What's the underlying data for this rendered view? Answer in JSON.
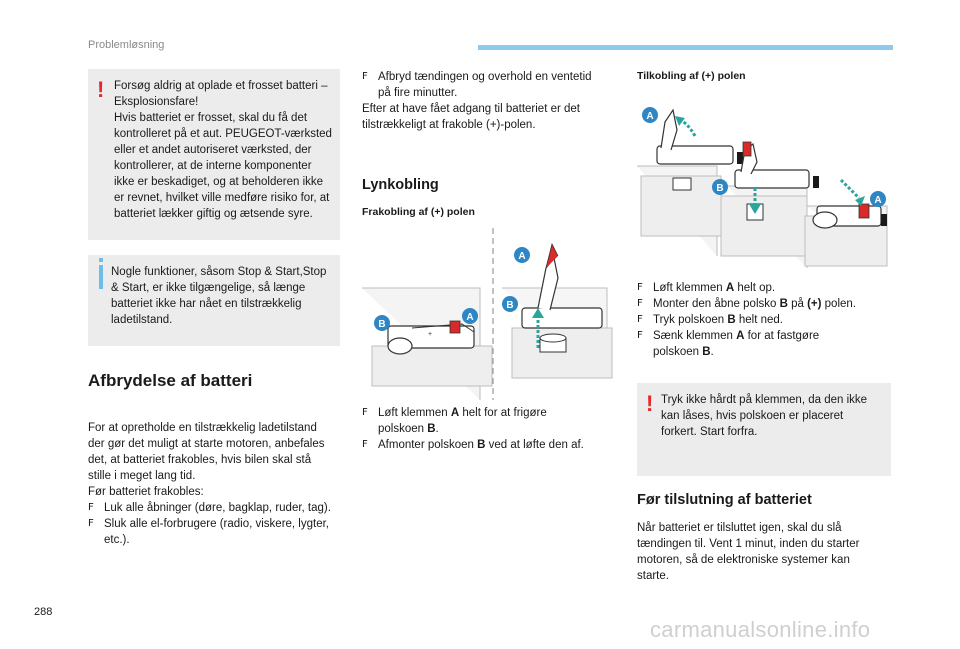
{
  "header": {
    "section": "Problemløsning"
  },
  "page_number": "288",
  "watermark": "carmanualsonline.info",
  "left": {
    "warning": [
      "Forsøg aldrig at oplade et frosset batteri –",
      "Eksplosionsfare!",
      "Hvis batteriet er frosset, skal du få det",
      "kontrolleret på et aut. PEUGEOT-værksted",
      "eller et andet autoriseret værksted, der",
      "kontrollerer, at de interne komponenter",
      "ikke er beskadiget, og at beholderen ikke",
      "er revnet, hvilket ville medføre risiko for, at",
      "batteriet lækker giftig og ætsende syre."
    ],
    "info": [
      "Nogle funktioner, såsom Stop & Start,Stop",
      "& Start, er ikke tilgængelige, så længe",
      "batteriet ikke har nået en tilstrækkelig",
      "ladetilstand."
    ],
    "section_title": "Afbrydelse af batteri",
    "paragraph": [
      "For at opretholde en tilstrækkelig ladetilstand",
      "der gør det muligt at starte motoren, anbefales",
      "det, at batteriet frakobles, hvis bilen skal stå",
      "stille i meget lang tid.",
      "Før batteriet frakobles:"
    ],
    "bullets": [
      [
        "Luk alle åbninger (døre, bagklap, ruder, tag)."
      ],
      [
        "Sluk alle el-forbrugere (radio, viskere, lygter,",
        "etc.)."
      ]
    ]
  },
  "middle": {
    "top_bullet": [
      "Afbryd tændingen og overhold en ventetid",
      "på fire minutter."
    ],
    "top_text": [
      "Efter at have fået adgang til batteriet er det",
      "tilstrækkeligt at frakoble (+)-polen."
    ],
    "section_title": "Lynkobling",
    "subheading": "Frakobling af (+) polen",
    "labels": {
      "a": "A",
      "b": "B"
    },
    "bullet1": {
      "pre": "Løft klemmen ",
      "bold": "A",
      "post": " helt for at frigøre",
      "line2_pre": "polskoen ",
      "line2_bold": "B",
      "line2_post": "."
    },
    "bullet2": {
      "pre": "Afmonter polskoen ",
      "bold": "B",
      "post": " ved at løfte den af."
    }
  },
  "right": {
    "subheading": "Tilkobling af (+) polen",
    "labels": {
      "a": "A",
      "b": "B"
    },
    "bullets": [
      {
        "pre": "Løft klemmen ",
        "bold": "A",
        "post": " helt op."
      },
      {
        "pre": "Monter den åbne polsko ",
        "bold": "B",
        "mid": " på ",
        "bold2": "(+)",
        "post": " polen."
      },
      {
        "pre": "Tryk polskoen ",
        "bold": "B",
        "post": " helt ned."
      },
      {
        "pre": "Sænk klemmen ",
        "bold": "A",
        "post": " for at fastgøre",
        "line2_pre": "polskoen ",
        "line2_bold": "B",
        "line2_post": "."
      }
    ],
    "warning": [
      "Tryk ikke hårdt på klemmen, da den ikke",
      "kan låses, hvis polskoen er placeret",
      "forkert. Start forfra."
    ],
    "section_title": "Før tilslutning af batteriet",
    "paragraph": [
      "Når batteriet er tilsluttet igen, skal du slå",
      "tændingen til. Vent 1 minut, inden du starter",
      "motoren, så de elektroniske systemer kan",
      "starte."
    ]
  },
  "colors": {
    "accent": "#8fc9ee",
    "warning": "#e22a2a",
    "note_bg": "#ececec",
    "label_blue": "#2f86c4",
    "terminal_red": "#d92a2a"
  }
}
